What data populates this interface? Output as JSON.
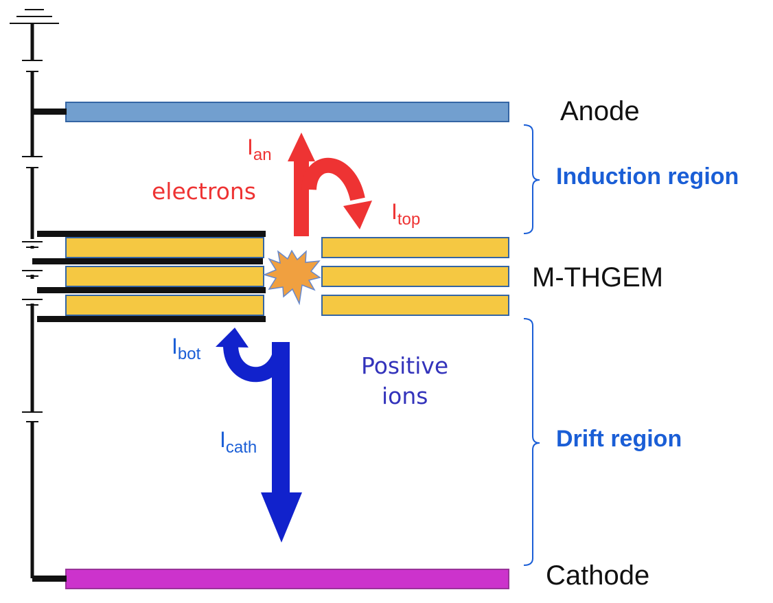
{
  "labels": {
    "anode": "Anode",
    "mthgem": "M-THGEM",
    "cathode": "Cathode",
    "induction_region": "Induction region",
    "drift_region": "Drift region",
    "electrons": "electrons",
    "positive_ions_line1": "Positive",
    "positive_ions_line2": "ions"
  },
  "currents": {
    "i_an": {
      "main": "I",
      "sub": "an"
    },
    "i_top": {
      "main": "I",
      "sub": "top"
    },
    "i_bot": {
      "main": "I",
      "sub": "bot"
    },
    "i_cath": {
      "main": "I",
      "sub": "cath"
    }
  },
  "colors": {
    "anode": "#729fcf",
    "anode_border": "#3465a4",
    "cathode": "#cc33cc",
    "cathode_border": "#993399",
    "thgem_layer": "#f5c842",
    "thgem_border": "#3465a4",
    "electrode": "#111111",
    "electron_arrow": "#ee3333",
    "ion_arrow": "#1122cc",
    "region_label": "#1a5ed6",
    "ion_text": "#3333bb",
    "spark": "#f0a040"
  }
}
